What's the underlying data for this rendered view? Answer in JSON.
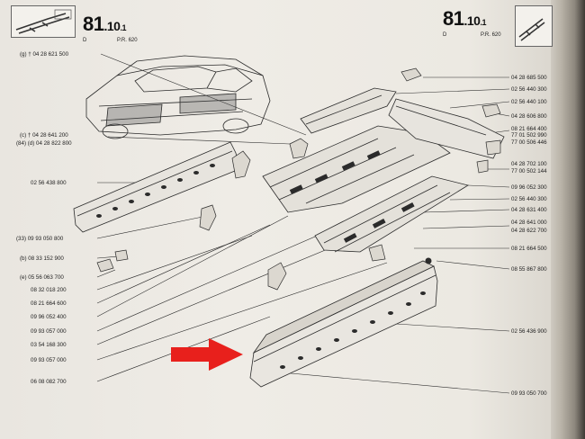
{
  "header_left": {
    "code_big": "81",
    "code_small": ".10",
    "suffix": ".1",
    "sub_d": "D",
    "sub_pr": "P.R. 620"
  },
  "header_right": {
    "code_big": "81",
    "code_small": ".10",
    "suffix": ".1",
    "sub_d": "D",
    "sub_pr": "P.R. 620"
  },
  "labels_left": [
    "(g) † 04 28 621 500",
    "(c) † 04 28 641 200",
    "(84) (d) 04 28 822 800",
    "02 56 438 800",
    "(33) 09 93 050 800",
    "(b) 08 33 152 900",
    "(e) 05 56 063 700",
    "08 32 018 200",
    "08 21 664 600",
    "09 96 052 400",
    "09 93 057 000",
    "03 54 168 300",
    "09 93 057 000",
    "06 08 082 700"
  ],
  "labels_right": [
    "04 28 685 500",
    "02 56 440 300",
    "02 56 440 100",
    "04 28 606 800",
    "08 21 664 400",
    "77 01 502 990",
    "77 00 506 446",
    "04 28 702 100",
    "77 00 502 144",
    "09 96 052 300",
    "02 56 440 300",
    "04 28 631 400",
    "04 28 641 000",
    "04 28 622 700",
    "08 21 664 500",
    "08 55 867 800",
    "02 56 436 900",
    "09 93 050 700"
  ],
  "arrow_color": "#e8201c",
  "ink_color": "#2b2b2b"
}
